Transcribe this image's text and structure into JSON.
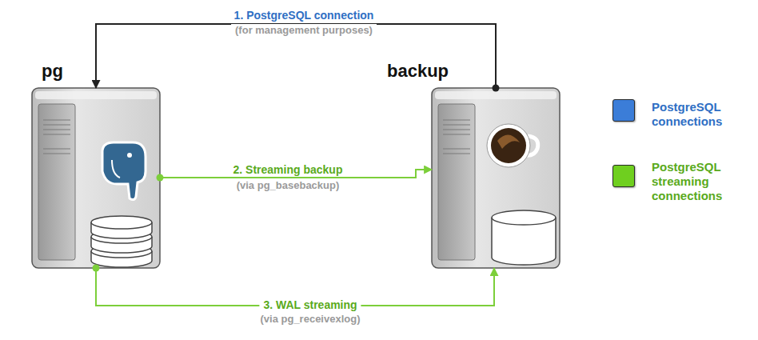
{
  "diagram": {
    "nodes": [
      {
        "text": [
          "pg"
        ]
      },
      {
        "text": [
          "backup"
        ]
      }
    ],
    "edges": [
      {
        "from": 1,
        "to": 0,
        "arrow": "to",
        "label": "1. PostgreSQL connection"
      },
      {
        "from": 0,
        "to": 1,
        "arrow": "to",
        "label": "2. Streaming backup"
      },
      {
        "from": 0,
        "to": 1,
        "arrow": "to",
        "label": "3. WAL streaming"
      }
    ],
    "labels": [
      "(for management purposes)",
      "(via pg_basebackup)",
      "(via pg_receivexlog)"
    ],
    "legend": [
      {
        "text": "PostgreSQL connections",
        "color": "#3b7dd8"
      },
      {
        "text": "PostgreSQL streaming connections",
        "color": "#6fcf1f"
      }
    ]
  }
}
